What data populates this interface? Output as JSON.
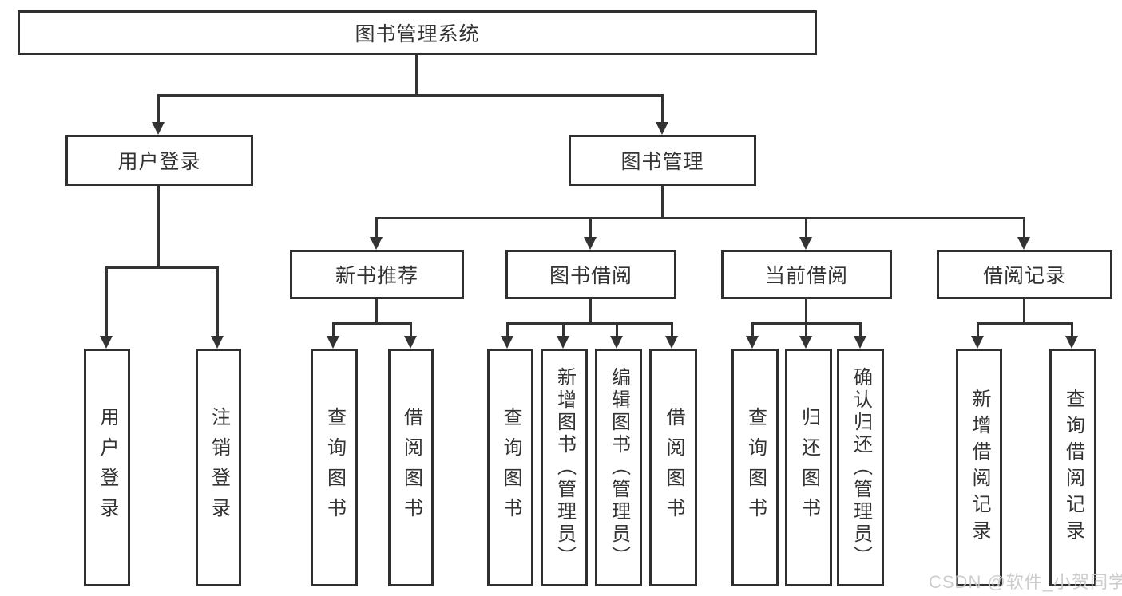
{
  "diagram_title": "图书管理系统",
  "nodes": {
    "root": "图书管理系统",
    "user_login": "用户登录",
    "book_mgmt": "图书管理",
    "new_book_rec": "新书推荐",
    "book_borrow": "图书借阅",
    "current_borrow": "当前借阅",
    "borrow_records": "借阅记录",
    "leaf_user_login": "用户登录",
    "leaf_logout": "注销登录",
    "leaf_query_books_1": "查询图书",
    "leaf_borrow_books_1": "借阅图书",
    "leaf_query_books_2": "查询图书",
    "leaf_add_books_admin": "新增图书（管理员）",
    "leaf_edit_books_admin": "编辑图书（管理员）",
    "leaf_borrow_books_2": "借阅图书",
    "leaf_query_books_3": "查询图书",
    "leaf_return_books": "归还图书",
    "leaf_confirm_return_admin": "确认归还（管理员）",
    "leaf_add_borrow_record": "新增借阅记录",
    "leaf_query_borrow_record": "查询借阅记录"
  },
  "tree": {
    "图书管理系统": [
      "用户登录",
      "图书管理"
    ],
    "用户登录": [
      "用户登录",
      "注销登录"
    ],
    "图书管理": [
      "新书推荐",
      "图书借阅",
      "当前借阅",
      "借阅记录"
    ],
    "新书推荐": [
      "查询图书",
      "借阅图书"
    ],
    "图书借阅": [
      "查询图书",
      "新增图书（管理员）",
      "编辑图书（管理员）",
      "借阅图书"
    ],
    "当前借阅": [
      "查询图书",
      "归还图书",
      "确认归还（管理员）"
    ],
    "借阅记录": [
      "新增借阅记录",
      "查询借阅记录"
    ]
  },
  "watermark": "CSDN @软件_小贺同学",
  "colors": {
    "line": "#333333",
    "box_border": "#2f2f2f",
    "box_background": "#ffffff",
    "text": "#333333",
    "watermark": "#c9c9c9"
  }
}
